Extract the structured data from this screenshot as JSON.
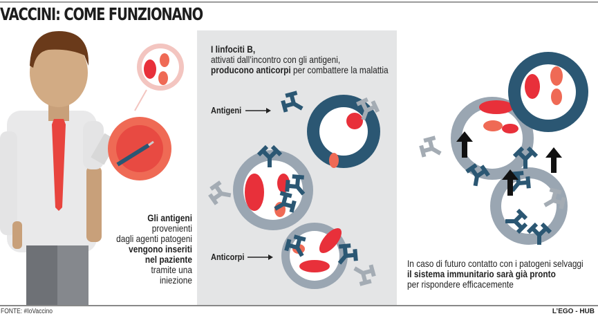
{
  "title": "VACCINI: COME FUNZIONANO",
  "step1": {
    "bold1": "Gli antigeni",
    "line2": "provenienti",
    "line3": "dagli agenti patogeni",
    "bold4": "vengono inseriti",
    "bold5": "nel paziente",
    "line6": "tramite una",
    "line7": "iniezione"
  },
  "step2": {
    "bold1": "I linfociti B,",
    "line2": "attivati dall’incontro con gli antigeni,",
    "bold3": "producono anticorpi",
    "line3_rest": " per combattere la malattia",
    "label_antigeni": "Antigeni",
    "label_anticorpi": "Anticorpi"
  },
  "step3": {
    "line1": "In caso di futuro contatto con i patogeni selvaggi",
    "bold2": "il sistema immunitario sarà già pronto",
    "line3": "per rispondere efficacemente"
  },
  "footer": {
    "source": "FONTE: #IoVaccino",
    "credit": "L’EGO - HUB"
  },
  "colors": {
    "navy": "#2b5773",
    "red": "#e8303a",
    "salmon": "#ef6a55",
    "gray_cell": "#9aa6b2",
    "panel": "#e4e5e6"
  }
}
